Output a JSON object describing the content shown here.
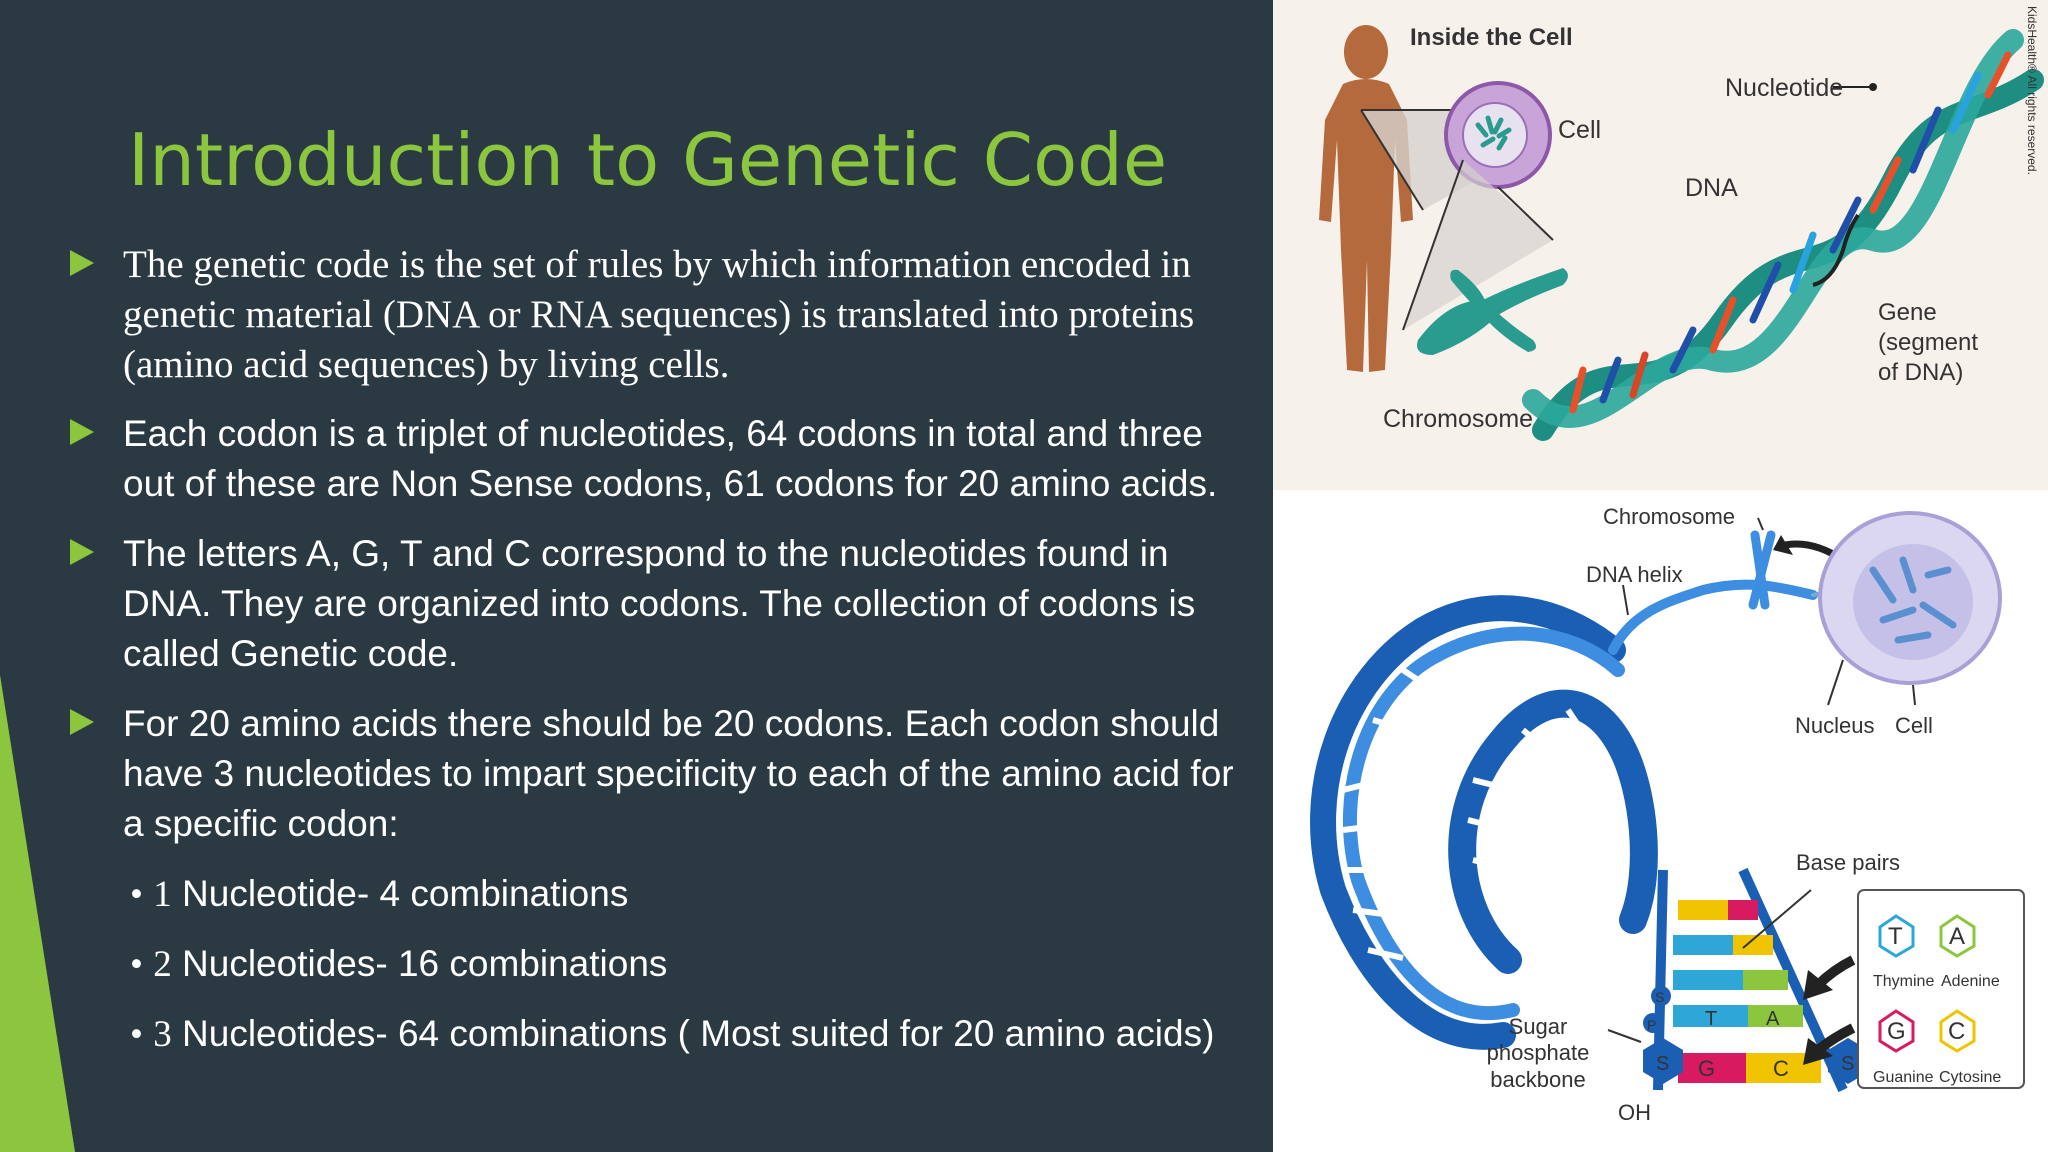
{
  "slide": {
    "title": "Introduction to Genetic Code",
    "bullets": [
      "The genetic code is the set of rules by which information encoded in genetic material (DNA or RNA sequences) is translated into proteins (amino acid sequences) by living cells.",
      "Each codon is a triplet of nucleotides, 64 codons in total and three out of these are Non Sense codons, 61 codons for 20 amino acids.",
      "The letters A, G, T and C correspond to the nucleotides found in DNA. They are organized into codons. The collection of codons is called Genetic code.",
      "For 20 amino acids there should be 20 codons. Each codon should have 3 nucleotides to impart specificity to each of the amino acid for a specific codon:"
    ],
    "sub_bullets": [
      {
        "num": "1",
        "text": "Nucleotide- 4 combinations"
      },
      {
        "num": "2",
        "text": "Nucleotides- 16 combinations"
      },
      {
        "num": "3",
        "text": "Nucleotides- 64 combinations ( Most suited for 20 amino acids)"
      }
    ],
    "bullet_marker": "•"
  },
  "figure_top": {
    "title": "Inside the Cell",
    "labels": {
      "cell": "Cell",
      "nucleotide": "Nucleotide",
      "dna": "DNA",
      "gene_line1": "Gene",
      "gene_line2": "(segment",
      "gene_line3": "of DNA)",
      "chromosome": "Chromosome"
    },
    "credit": "KidsHealth® All rights reserved."
  },
  "figure_bottom": {
    "labels": {
      "chromosome": "Chromosome",
      "dna_helix": "DNA helix",
      "nucleus": "Nucleus",
      "cell": "Cell",
      "base_pairs": "Base pairs",
      "sugar_line1": "Sugar",
      "sugar_line2": "phosphate",
      "sugar_line3": "backbone",
      "oh": "OH"
    },
    "bases": [
      {
        "letter": "T",
        "name": "Thymine"
      },
      {
        "letter": "A",
        "name": "Adenine"
      },
      {
        "letter": "G",
        "name": "Guanine"
      },
      {
        "letter": "C",
        "name": "Cytosine"
      }
    ],
    "ladder_letters": {
      "s": "S",
      "p": "P",
      "t": "T",
      "a": "A",
      "g": "G",
      "c": "C"
    }
  },
  "colors": {
    "background": "#2b3a42",
    "accent": "#8cc63e",
    "text": "#ffffff"
  }
}
